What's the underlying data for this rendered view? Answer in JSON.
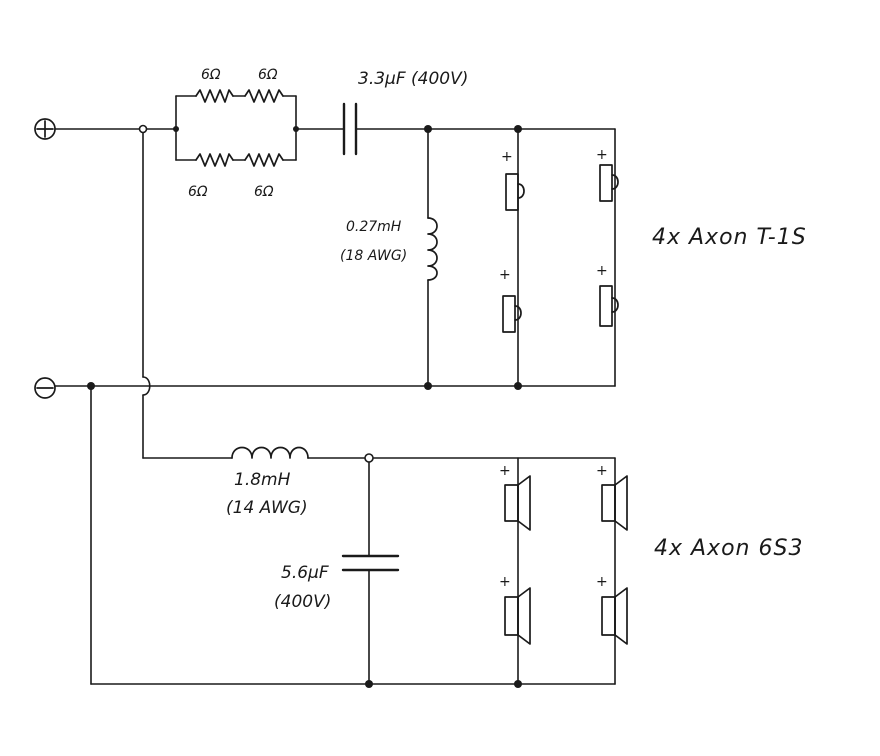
{
  "terminals": {
    "positive": "⊕",
    "negative": "⊖"
  },
  "tweeter_network": {
    "resistors": [
      "6Ω",
      "6Ω",
      "6Ω",
      "6Ω"
    ],
    "capacitor_value": "3.3μF (400V)",
    "inductor_value": "0.27mH",
    "inductor_wire": "(18 AWG)"
  },
  "woofer_network": {
    "inductor_value": "1.8mH",
    "inductor_wire": "(14 AWG)",
    "capacitor_value": "5.6μF",
    "capacitor_voltage": "(400V)"
  },
  "drivers": {
    "tweeters_label": "4x  Axon T-1S",
    "woofers_label": "4x  Axon 6S3",
    "polarity_mark": "+"
  }
}
